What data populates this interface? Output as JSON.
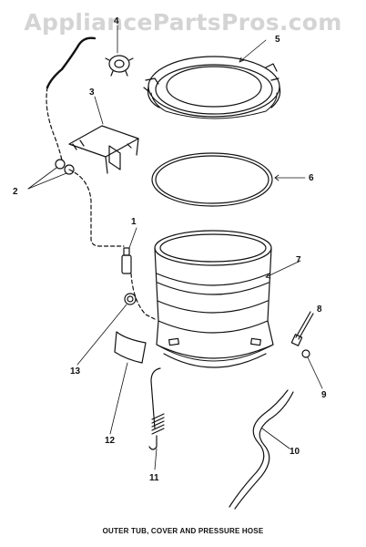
{
  "watermark": "AppliancePartsPros.com",
  "caption": "OUTER TUB, COVER AND PRESSURE HOSE",
  "callouts": [
    "1",
    "2",
    "3",
    "4",
    "5",
    "6",
    "7",
    "8",
    "9",
    "10",
    "11",
    "12",
    "13"
  ],
  "colors": {
    "ink": "#111111",
    "watermark": "#d4d4d4",
    "background": "#ffffff"
  }
}
